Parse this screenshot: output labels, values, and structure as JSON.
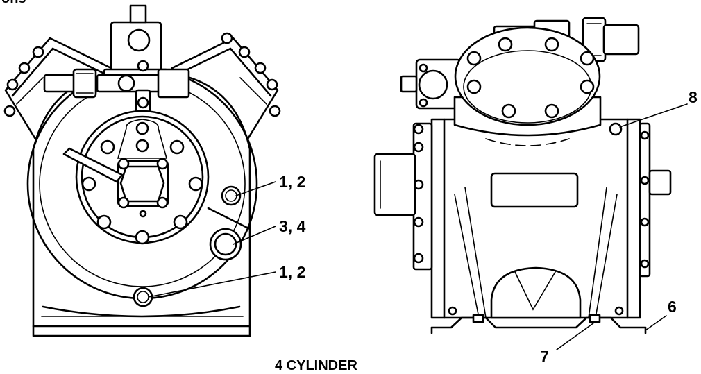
{
  "top_fragment": "ons",
  "callouts": {
    "c1": "1, 2",
    "c2": "3, 4",
    "c3": "1, 2",
    "c6": "6",
    "c7": "7",
    "c8": "8"
  },
  "caption": "4 CYLINDER"
}
